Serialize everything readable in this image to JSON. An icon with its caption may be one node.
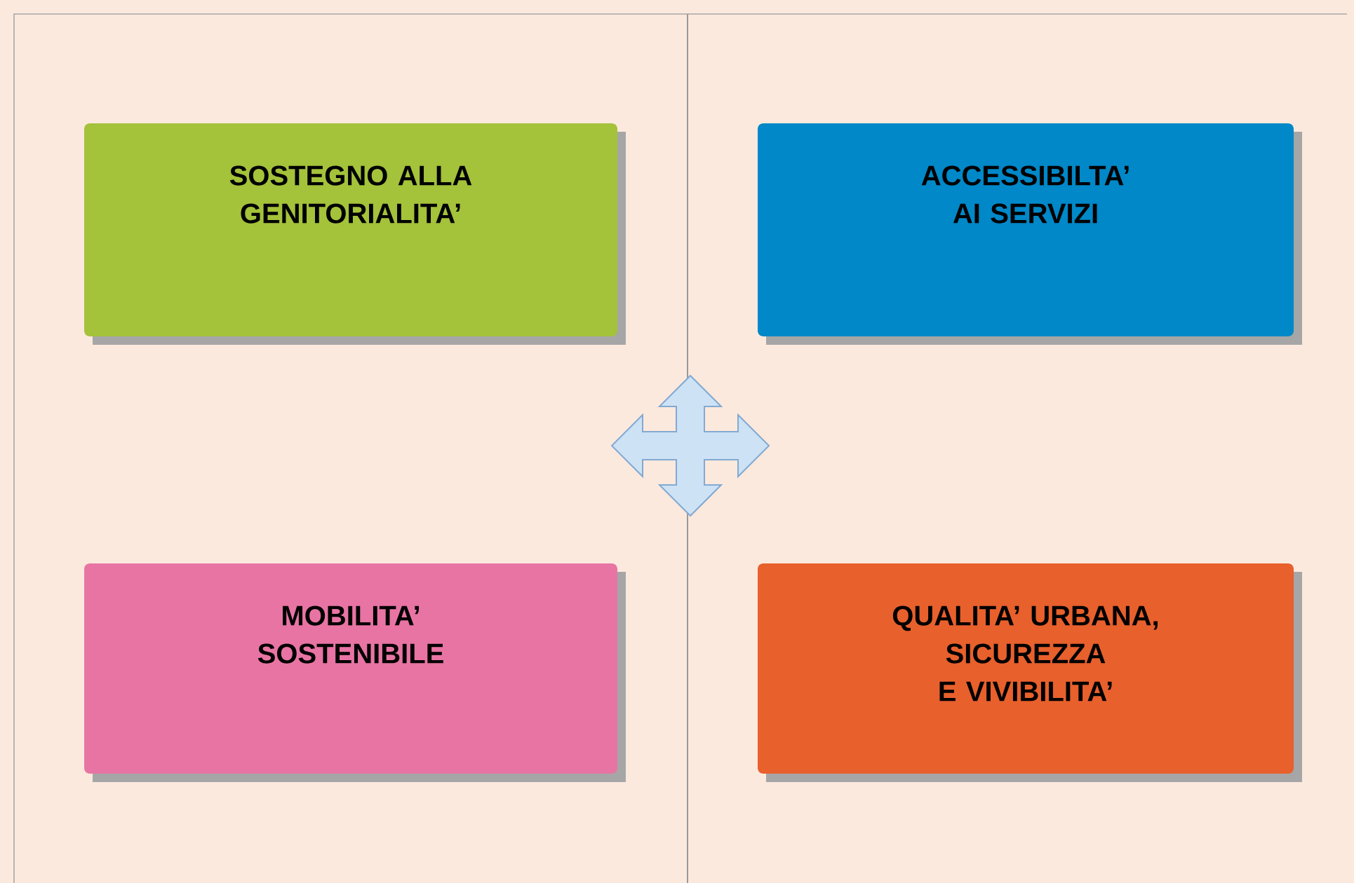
{
  "diagram": {
    "nodes": [
      {
        "text": [
          "SOSTEGNO ALLA GENITORIALITA’"
        ]
      },
      {
        "text": [
          "ACCESSIBILTA’ AI SERVIZI"
        ]
      },
      {
        "text": [
          "MOBILITA’ SOSTENIBILE"
        ]
      },
      {
        "text": [
          "QUALITA’ URBANA, SICUREZZA E VIVIBILITA’"
        ]
      }
    ]
  }
}
